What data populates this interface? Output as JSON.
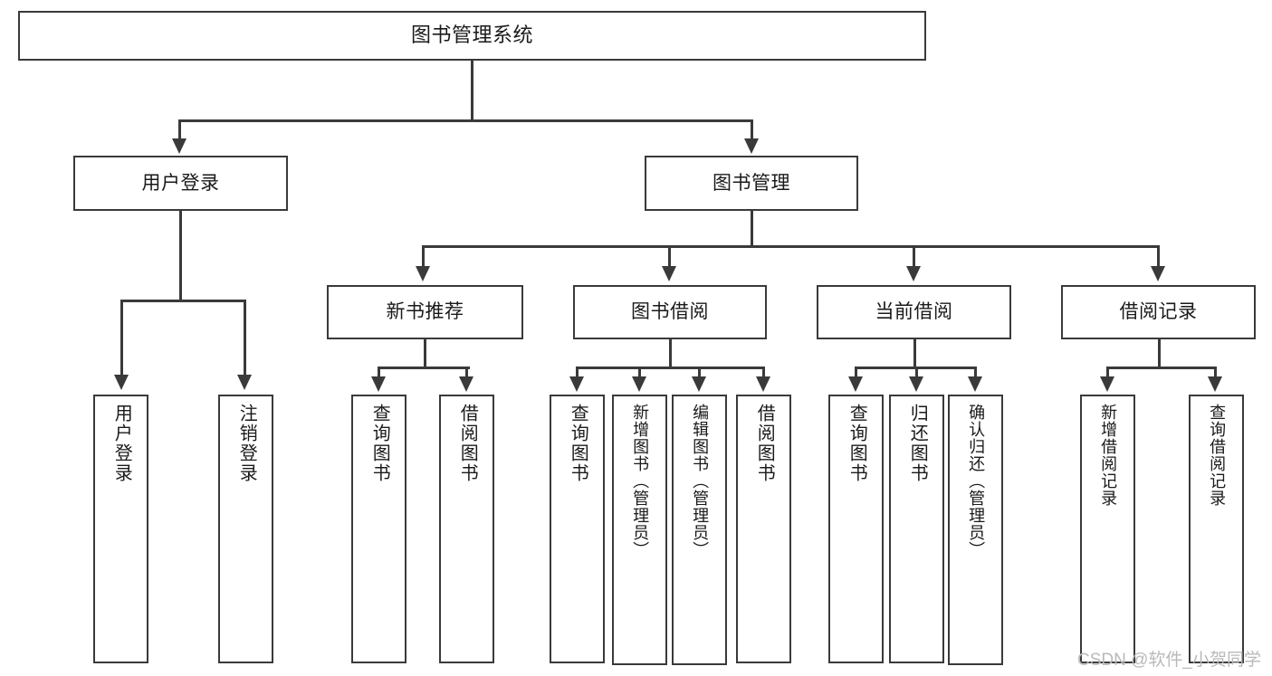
{
  "diagram": {
    "type": "tree-hierarchy-flowchart",
    "title": "图书管理系统",
    "levels": [
      {
        "level": 1,
        "nodes": [
          {
            "id": "root",
            "label": "图书管理系统"
          }
        ]
      },
      {
        "level": 2,
        "nodes": [
          {
            "id": "user-login",
            "label": "用户登录",
            "parent": "root"
          },
          {
            "id": "book-manage",
            "label": "图书管理",
            "parent": "root"
          }
        ]
      },
      {
        "level": 3,
        "nodes": [
          {
            "id": "new-book-recommend",
            "label": "新书推荐",
            "parent": "book-manage"
          },
          {
            "id": "book-borrow",
            "label": "图书借阅",
            "parent": "book-manage"
          },
          {
            "id": "current-borrow",
            "label": "当前借阅",
            "parent": "book-manage"
          },
          {
            "id": "borrow-record",
            "label": "借阅记录",
            "parent": "book-manage"
          }
        ]
      },
      {
        "level": 4,
        "nodes": [
          {
            "id": "leaf-user-login",
            "label": "用户登录",
            "parent": "user-login"
          },
          {
            "id": "leaf-logout-login",
            "label": "注销登录",
            "parent": "user-login"
          },
          {
            "id": "leaf-query-book-1",
            "label": "查询图书",
            "parent": "new-book-recommend"
          },
          {
            "id": "leaf-borrow-book-1",
            "label": "借阅图书",
            "parent": "new-book-recommend"
          },
          {
            "id": "leaf-query-book-2",
            "label": "查询图书",
            "parent": "book-borrow"
          },
          {
            "id": "leaf-add-book",
            "label": "新增图书（管理员）",
            "parent": "book-borrow"
          },
          {
            "id": "leaf-edit-book",
            "label": "编辑图书（管理员）",
            "parent": "book-borrow"
          },
          {
            "id": "leaf-borrow-book-2",
            "label": "借阅图书",
            "parent": "book-borrow"
          },
          {
            "id": "leaf-query-book-3",
            "label": "查询图书",
            "parent": "current-borrow"
          },
          {
            "id": "leaf-return-book",
            "label": "归还图书",
            "parent": "current-borrow"
          },
          {
            "id": "leaf-confirm-return",
            "label": "确认归还（管理员）",
            "parent": "current-borrow"
          },
          {
            "id": "leaf-add-record",
            "label": "新增借阅记录",
            "parent": "borrow-record"
          },
          {
            "id": "leaf-query-record",
            "label": "查询借阅记录",
            "parent": "borrow-record"
          }
        ]
      }
    ],
    "colors": {
      "stroke": "#3a3a3a",
      "fill": "#ffffff",
      "text": "#1a1a1a",
      "watermark": "#b9b9b9"
    }
  },
  "watermark": {
    "text": "CSDN @软件_小贺同学"
  }
}
